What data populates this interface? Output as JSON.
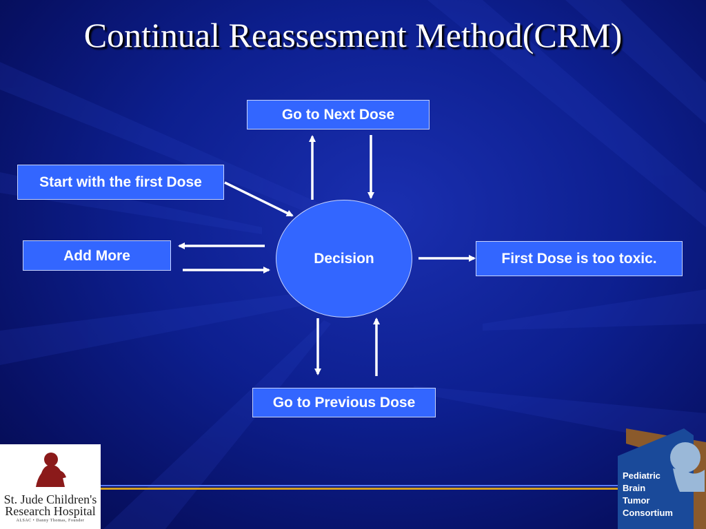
{
  "slide": {
    "title": "Continual Reassesment Method(CRM)"
  },
  "diagram": {
    "center": "Decision",
    "next_dose": "Go to Next Dose",
    "start": "Start with the first Dose",
    "add_more": "Add More",
    "too_toxic": "First Dose is too toxic.",
    "previous_dose": "Go to Previous Dose"
  },
  "footer": {
    "left_logo_name": "St. Jude Children's Research Hospital",
    "left_logo_sub": "ALSAC • Danny Thomas, Founder",
    "right_logo_lines": [
      "Pediatric",
      "Brain",
      "Tumor",
      "Consortium"
    ]
  },
  "colors": {
    "box_fill": "#3366ff",
    "background": "#0d1f8f",
    "text": "#ffffff",
    "rule_gold": "#d4a020"
  }
}
